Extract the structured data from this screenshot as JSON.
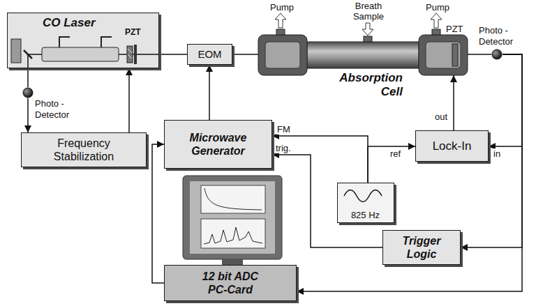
{
  "diagram": {
    "nodes": [
      {
        "text": [
          "CO Laser",
          "PZT"
        ]
      },
      {
        "text": [
          "Photo - Detector"
        ]
      },
      {
        "text": [
          "Frequency Stabilization"
        ]
      },
      {
        "text": [
          "EOM"
        ]
      },
      {
        "text": [
          "Absorption Cell"
        ]
      },
      {
        "text": [
          "Photo - Detector"
        ]
      },
      {
        "text": [
          "Microwave Generator"
        ]
      },
      {
        "text": [
          "Lock-In"
        ]
      },
      {
        "text": [
          "825 Hz"
        ]
      },
      {
        "text": [
          "Trigger Logic"
        ]
      },
      {
        "text": [
          "12 bit ADC PC-Card"
        ]
      }
    ],
    "edges": [
      {
        "from": 0,
        "to": 3,
        "arrow": "none"
      },
      {
        "from": 3,
        "to": 4,
        "arrow": "none"
      },
      {
        "from": 4,
        "to": 5,
        "arrow": "none"
      },
      {
        "from": 0,
        "to": 1,
        "arrow": "none"
      },
      {
        "from": 1,
        "to": 2,
        "arrow": "to"
      },
      {
        "from": 2,
        "to": 0,
        "arrow": "to"
      },
      {
        "from": 6,
        "to": 3,
        "arrow": "to"
      },
      {
        "from": 8,
        "to": 6,
        "label": "FM",
        "arrow": "to"
      },
      {
        "from": 8,
        "to": 7,
        "label": "ref",
        "arrow": "to"
      },
      {
        "from": 7,
        "to": 4,
        "label": "out",
        "arrow": "to"
      },
      {
        "from": 5,
        "to": 7,
        "label": "in",
        "arrow": "to"
      },
      {
        "from": 5,
        "to": 9,
        "arrow": "to"
      },
      {
        "from": 5,
        "to": 10,
        "arrow": "to"
      },
      {
        "from": 9,
        "to": 6,
        "label": "trig.",
        "arrow": "to"
      },
      {
        "from": 10,
        "to": 6,
        "arrow": "to"
      }
    ],
    "labels": [
      "Pump",
      "Breath Sample",
      "Pump",
      "PZT"
    ]
  }
}
